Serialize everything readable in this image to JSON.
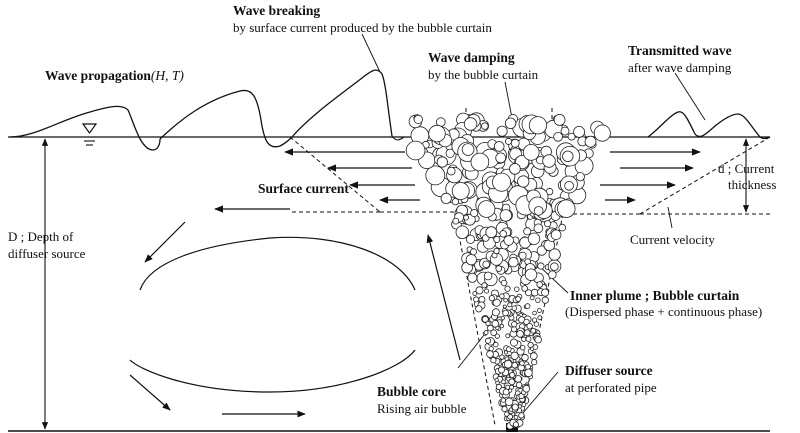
{
  "labels": {
    "wave_breaking_title": "Wave breaking",
    "wave_breaking_desc": "by surface current produced by the bubble curtain",
    "wave_propagation": "Wave propagation",
    "wave_propagation_params": "(H, T)",
    "wave_damping_title": "Wave damping",
    "wave_damping_desc": "by the bubble curtain",
    "transmitted_title": "Transmitted wave",
    "transmitted_desc": "after wave damping",
    "current_thickness_1": "d ; Current",
    "current_thickness_2": "thickness",
    "surface_current": "Surface current",
    "depth_1": "D ; Depth of",
    "depth_2": "diffuser source",
    "current_velocity": "Current velocity",
    "inner_plume": "Inner plume ; Bubble curtain",
    "plume_phases": "(Dispersed phase + continuous  phase)",
    "diffuser_title": "Diffuser source",
    "diffuser_desc": "at perforated pipe",
    "bubble_core_title": "Bubble core",
    "bubble_core_desc": "Rising air bubble"
  },
  "colors": {
    "ink": "#111111",
    "background": "#ffffff"
  }
}
